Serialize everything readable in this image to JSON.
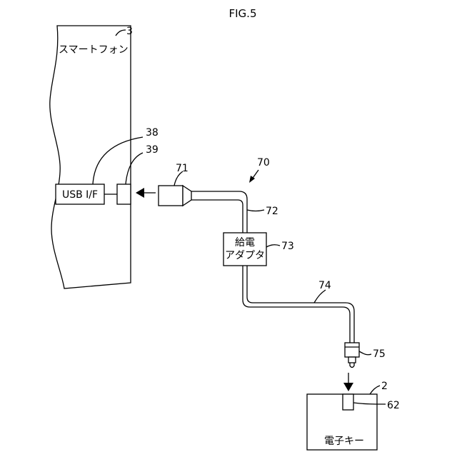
{
  "figure": {
    "title": "FIG.5"
  },
  "smartphone": {
    "label": "スマートフォン",
    "ref": "3"
  },
  "usb_if": {
    "label": "USB I/F",
    "ref": "38"
  },
  "connector": {
    "ref": "39"
  },
  "adapter_assembly": {
    "ref": "70"
  },
  "plug": {
    "ref": "71"
  },
  "cable_upper": {
    "ref": "72"
  },
  "power_adapter": {
    "label_line1": "給電",
    "label_line2": "アダプタ",
    "ref": "73"
  },
  "cable_lower": {
    "ref": "74"
  },
  "jack_plug": {
    "ref": "75"
  },
  "electronic_key": {
    "label": "電子キー",
    "ref": "2"
  },
  "key_port": {
    "ref": "62"
  }
}
